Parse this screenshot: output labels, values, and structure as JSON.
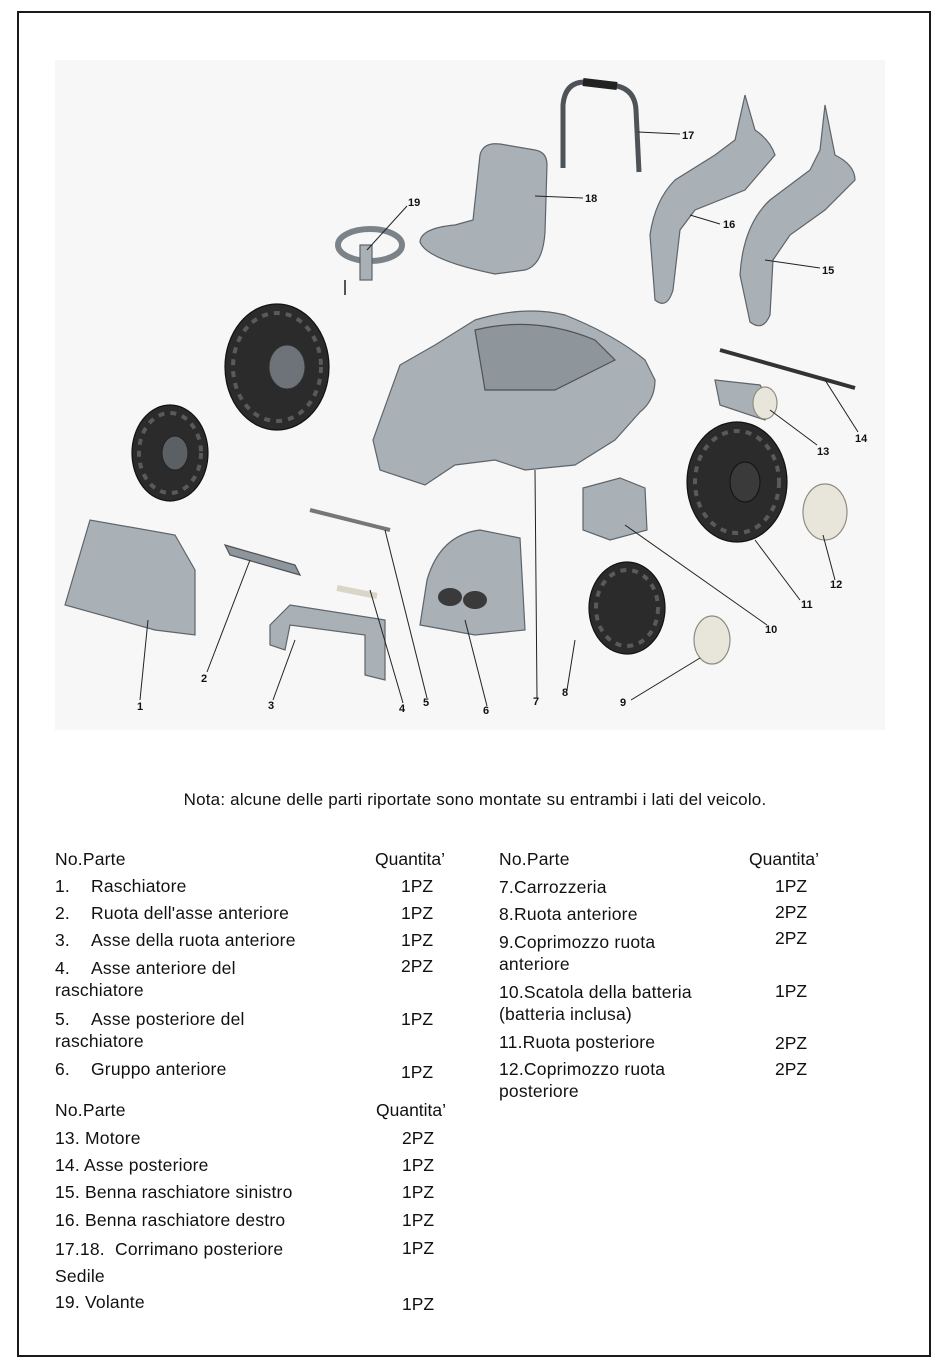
{
  "note": "Nota: alcune delle parti riportate sono montate su entrambi i lati del veicolo.",
  "diagram": {
    "labels": [
      "1",
      "2",
      "3",
      "4",
      "5",
      "6",
      "7",
      "8",
      "9",
      "10",
      "11",
      "12",
      "13",
      "14",
      "15",
      "16",
      "17",
      "18",
      "19"
    ]
  },
  "table_left": {
    "header": {
      "no": "No.",
      "part": "Parte",
      "qty": "Quantita’"
    },
    "rows": [
      {
        "no": "1.",
        "part": "Raschiatore",
        "qty": "1PZ"
      },
      {
        "no": "2.",
        "part": "Ruota dell'asse anteriore",
        "qty": "1PZ"
      },
      {
        "no": "3.",
        "part": "Asse della ruota anteriore",
        "qty": "1PZ"
      },
      {
        "no": "4.",
        "part": "Asse anteriore del",
        "part2": "raschiatore",
        "qty": "2PZ"
      },
      {
        "no": "5.",
        "part": "Asse posteriore del",
        "part2": "raschiatore",
        "qty": "1PZ"
      },
      {
        "no": "6.",
        "part": "Gruppo anteriore",
        "qty": "1PZ"
      }
    ]
  },
  "table_right": {
    "header": {
      "no": "No.",
      "part": "Parte",
      "qty": "Quantita’"
    },
    "rows": [
      {
        "line1": "7.Carrozzeria",
        "qty": "1PZ"
      },
      {
        "line1": "8.Ruota anteriore",
        "qty": "2PZ"
      },
      {
        "line1": "9.Coprimozzo ruota",
        "line2": "anteriore",
        "qty": "2PZ"
      },
      {
        "line1": "10.Scatola della batteria",
        "line2": "(batteria inclusa)",
        "qty": "1PZ"
      },
      {
        "line1": "11.Ruota posteriore",
        "qty": "2PZ"
      },
      {
        "line1": "12.Coprimozzo ruota",
        "line2": "posteriore",
        "qty": "2PZ"
      }
    ]
  },
  "table_bottom": {
    "header": {
      "no": "No.",
      "part": "Parte",
      "qty": "Quantita’"
    },
    "rows": [
      {
        "line1": "13. Motore",
        "qty": "2PZ"
      },
      {
        "line1": "14. Asse posteriore",
        "qty": "1PZ"
      },
      {
        "line1": "15. Benna raschiatore sinistro",
        "qty": "1PZ"
      },
      {
        "line1": "16. Benna raschiatore destro",
        "qty": "1PZ"
      },
      {
        "line1": "17.18.  Corrimano posteriore",
        "line2": "Sedile",
        "qty": "1PZ"
      },
      {
        "line1": "19. Volante",
        "qty": "1PZ"
      }
    ]
  }
}
